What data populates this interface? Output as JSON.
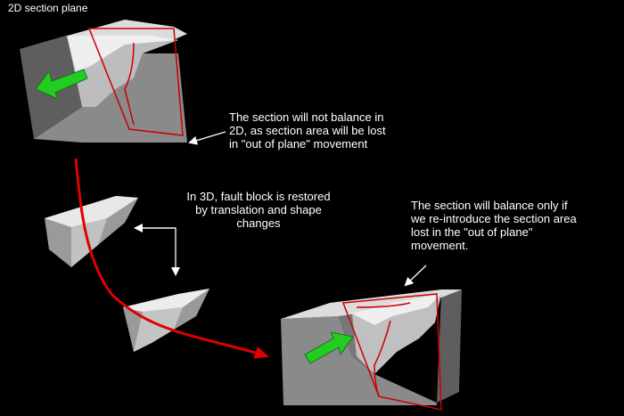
{
  "title": "2D section plane",
  "caption_out_of_plane": [
    "The section will not balance in",
    "2D, as section area will be lost",
    "in \"out of plane\" movement"
  ],
  "caption_3d_restore": [
    "In 3D, fault block is restored",
    "by translation and shape",
    "changes"
  ],
  "caption_balance": [
    "The section will balance only if",
    "we re-introduce the section area",
    "lost in the \"out of plane\"",
    "movement."
  ],
  "colors": {
    "background": "#000000",
    "block_top": "#d8d8d8",
    "block_front": "#8a8a8a",
    "block_side": "#5c5c5c",
    "section_plane": "#cc0000",
    "movement_arrow": "#22cc22",
    "path_arrow": "#e00000",
    "pointer": "#ffffff"
  }
}
